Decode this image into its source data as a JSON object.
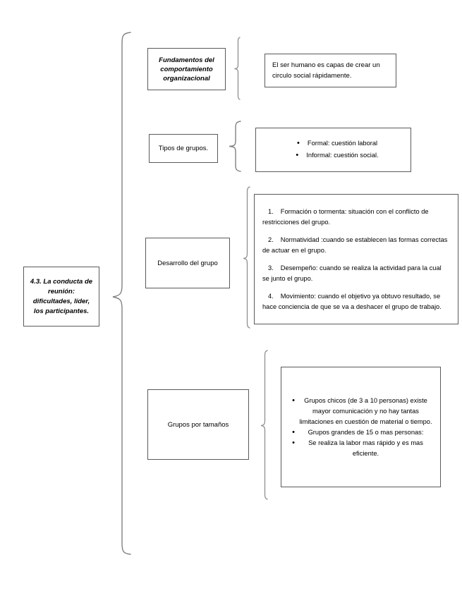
{
  "document": {
    "title": "Mapa conceptual - La conducta de reunión"
  },
  "root": {
    "label": "4.3. La conducta de reunión: dificultades, líder, los participantes."
  },
  "branches": [
    {
      "id": "fundamentos",
      "label": "Fundamentos del comportamiento organizacional",
      "detail": {
        "type": "paragraph",
        "text": "El ser humano es capas de crear un circulo social rápidamente."
      }
    },
    {
      "id": "tipos",
      "label": "Tipos de grupos.",
      "detail": {
        "type": "bullets",
        "items": [
          "Formal: cuestión laboral",
          "Informal: cuestión social."
        ]
      }
    },
    {
      "id": "desarrollo",
      "label": "Desarrollo del grupo",
      "detail": {
        "type": "numbered",
        "items": [
          {
            "num": "1.",
            "text": "Formación o tormenta: situación con el conflicto de restricciones del grupo."
          },
          {
            "num": "2.",
            "text": "Normatividad :cuando se establecen las formas correctas de actuar en el grupo."
          },
          {
            "num": "3.",
            "text": "Desempeño: cuando se realiza la actividad para la cual se junto el grupo."
          },
          {
            "num": "4.",
            "text": "Movimiento: cuando el objetivo ya obtuvo resultado, se hace conciencia de que se va a deshacer el grupo de trabajo."
          }
        ]
      }
    },
    {
      "id": "tamanos",
      "label": "Grupos por tamaños",
      "detail": {
        "type": "bullets",
        "items": [
          "Grupos chicos (de 3 a 10 personas) existe mayor comunicación y no hay tantas limitaciones en cuestión de material o tiempo.",
          "Grupos grandes de 15 o mas personas:",
          "Se realiza la labor mas rápido y es mas eficiente."
        ]
      }
    }
  ],
  "glyphs": {
    "bullet": "•"
  },
  "colors": {
    "page_background": "#ffffff",
    "box_border": "#5a5a5a",
    "brace_stroke": "#808080",
    "text": "#000000"
  }
}
